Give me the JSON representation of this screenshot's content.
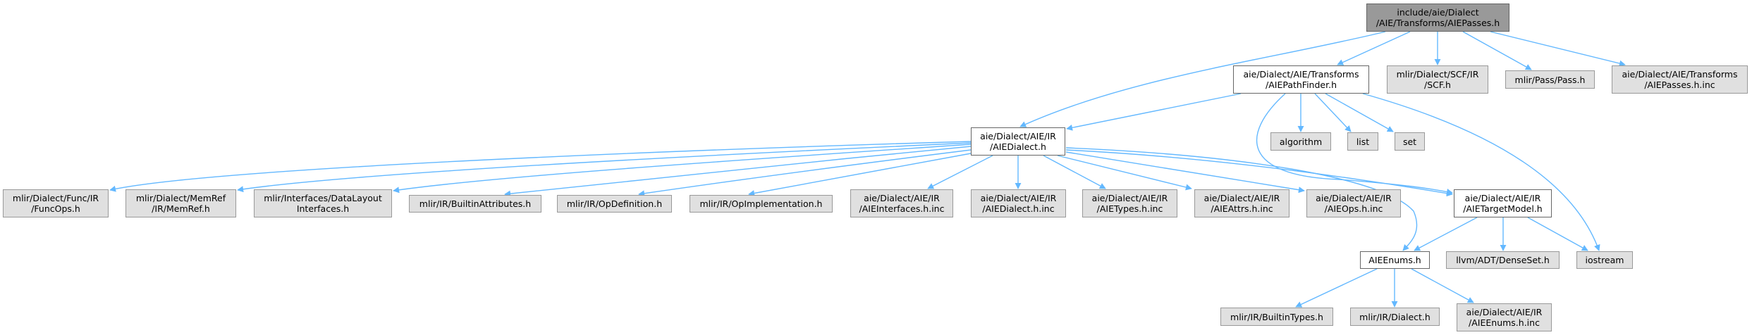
{
  "colors": {
    "edge": "#63b8ff",
    "root_fill": "#999999",
    "node_fill": "#e0e0e0",
    "linked_node_fill": "#ffffff"
  },
  "nodes": {
    "root": [
      "include/aie/Dialect",
      "/AIE/Transforms/AIEPasses.h"
    ],
    "pathfinder": [
      "aie/Dialect/AIE/Transforms",
      "/AIEPathFinder.h"
    ],
    "scf": [
      "mlir/Dialect/SCF/IR",
      "/SCF.h"
    ],
    "pass": [
      "mlir/Pass/Pass.h"
    ],
    "passes_inc": [
      "aie/Dialect/AIE/Transforms",
      "/AIEPasses.h.inc"
    ],
    "aie_dialect": [
      "aie/Dialect/AIE/IR",
      "/AIEDialect.h"
    ],
    "algorithm": [
      "algorithm"
    ],
    "list": [
      "list"
    ],
    "set": [
      "set"
    ],
    "func_ops": [
      "mlir/Dialect/Func/IR",
      "/FuncOps.h"
    ],
    "memref": [
      "mlir/Dialect/MemRef",
      "/IR/MemRef.h"
    ],
    "data_layout": [
      "mlir/Interfaces/DataLayout",
      "Interfaces.h"
    ],
    "builtin_attributes": [
      "mlir/IR/BuiltinAttributes.h"
    ],
    "op_definition": [
      "mlir/IR/OpDefinition.h"
    ],
    "op_implementation": [
      "mlir/IR/OpImplementation.h"
    ],
    "aie_interfaces_inc": [
      "aie/Dialect/AIE/IR",
      "/AIEInterfaces.h.inc"
    ],
    "aie_dialect_inc": [
      "aie/Dialect/AIE/IR",
      "/AIEDialect.h.inc"
    ],
    "aie_types_inc": [
      "aie/Dialect/AIE/IR",
      "/AIETypes.h.inc"
    ],
    "aie_attrs_inc": [
      "aie/Dialect/AIE/IR",
      "/AIEAttrs.h.inc"
    ],
    "aie_ops_inc": [
      "aie/Dialect/AIE/IR",
      "/AIEOps.h.inc"
    ],
    "target_model": [
      "aie/Dialect/AIE/IR",
      "/AIETargetModel.h"
    ],
    "aie_enums": [
      "AIEEnums.h"
    ],
    "dense_set": [
      "llvm/ADT/DenseSet.h"
    ],
    "iostream": [
      "iostream"
    ],
    "builtin_types": [
      "mlir/IR/BuiltinTypes.h"
    ],
    "dialect_h": [
      "mlir/IR/Dialect.h"
    ],
    "aie_enums_inc": [
      "aie/Dialect/AIE/IR",
      "/AIEEnums.h.inc"
    ]
  }
}
